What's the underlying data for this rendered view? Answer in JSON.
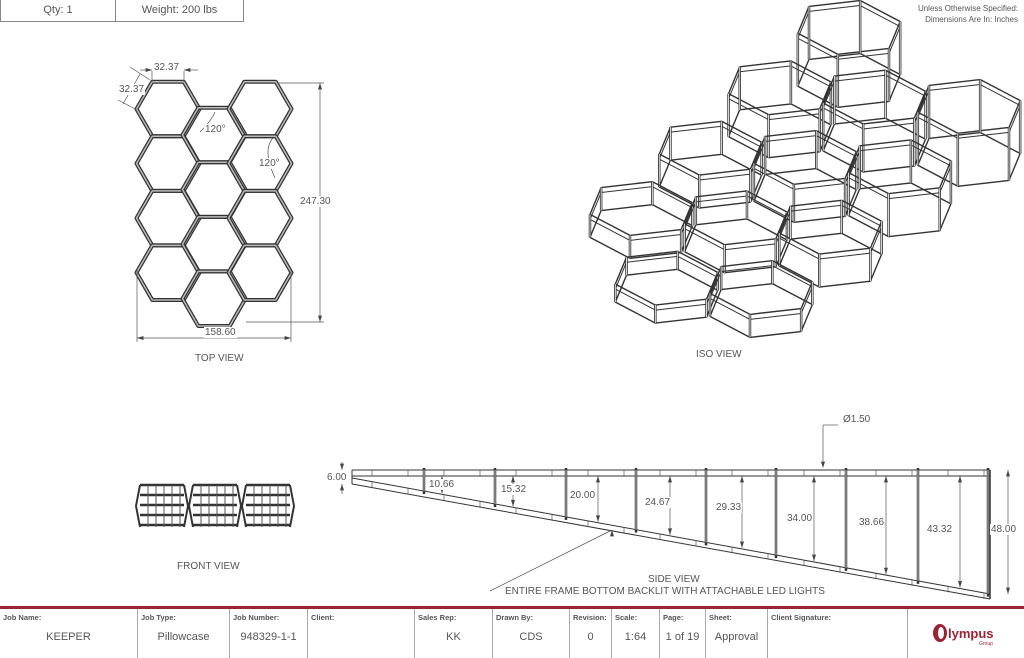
{
  "header": {
    "qty": "Qty: 1",
    "weight": "Weight: 200 lbs",
    "note_line1": "Unless Otherwise Specified:",
    "note_line2": "Dimensions Are In: Inches"
  },
  "top_view": {
    "label": "TOP VIEW",
    "edge_dim_1": "32.37",
    "edge_dim_2": "32.37",
    "angle_1": "120°",
    "angle_2": "120°",
    "height_dim": "247.30",
    "width_dim": "158.60"
  },
  "iso_view": {
    "label": "ISO VIEW"
  },
  "front_view": {
    "label": "FRONT VIEW"
  },
  "side_view": {
    "label": "SIDE VIEW",
    "note": "ENTIRE FRAME BOTTOM BACKLIT WITH ATTACHABLE LED LIGHTS",
    "diameter": "Ø1.50",
    "heights": [
      "6.00",
      "10.66",
      "15.32",
      "20.00",
      "24.67",
      "29.33",
      "34.00",
      "38.66",
      "43.32",
      "48.00"
    ]
  },
  "title_block": {
    "accent": "#9b2335",
    "fields": [
      {
        "label": "Job Name:",
        "value": "KEEPER"
      },
      {
        "label": "Job Type:",
        "value": "Pillowcase"
      },
      {
        "label": "Job Number:",
        "value": "948329-1-1"
      },
      {
        "label": "Client:",
        "value": ""
      },
      {
        "label": "Sales Rep:",
        "value": "KK"
      },
      {
        "label": "Drawn By:",
        "value": "CDS"
      },
      {
        "label": "Revision:",
        "value": "0"
      },
      {
        "label": "Scale:",
        "value": "1:64"
      },
      {
        "label": "Page:",
        "value": "1 of 19"
      },
      {
        "label": "Sheet:",
        "value": "Approval"
      },
      {
        "label": "Client Signature:",
        "value": ""
      }
    ],
    "logo_text": "Olympus",
    "logo_sub": "Group"
  }
}
